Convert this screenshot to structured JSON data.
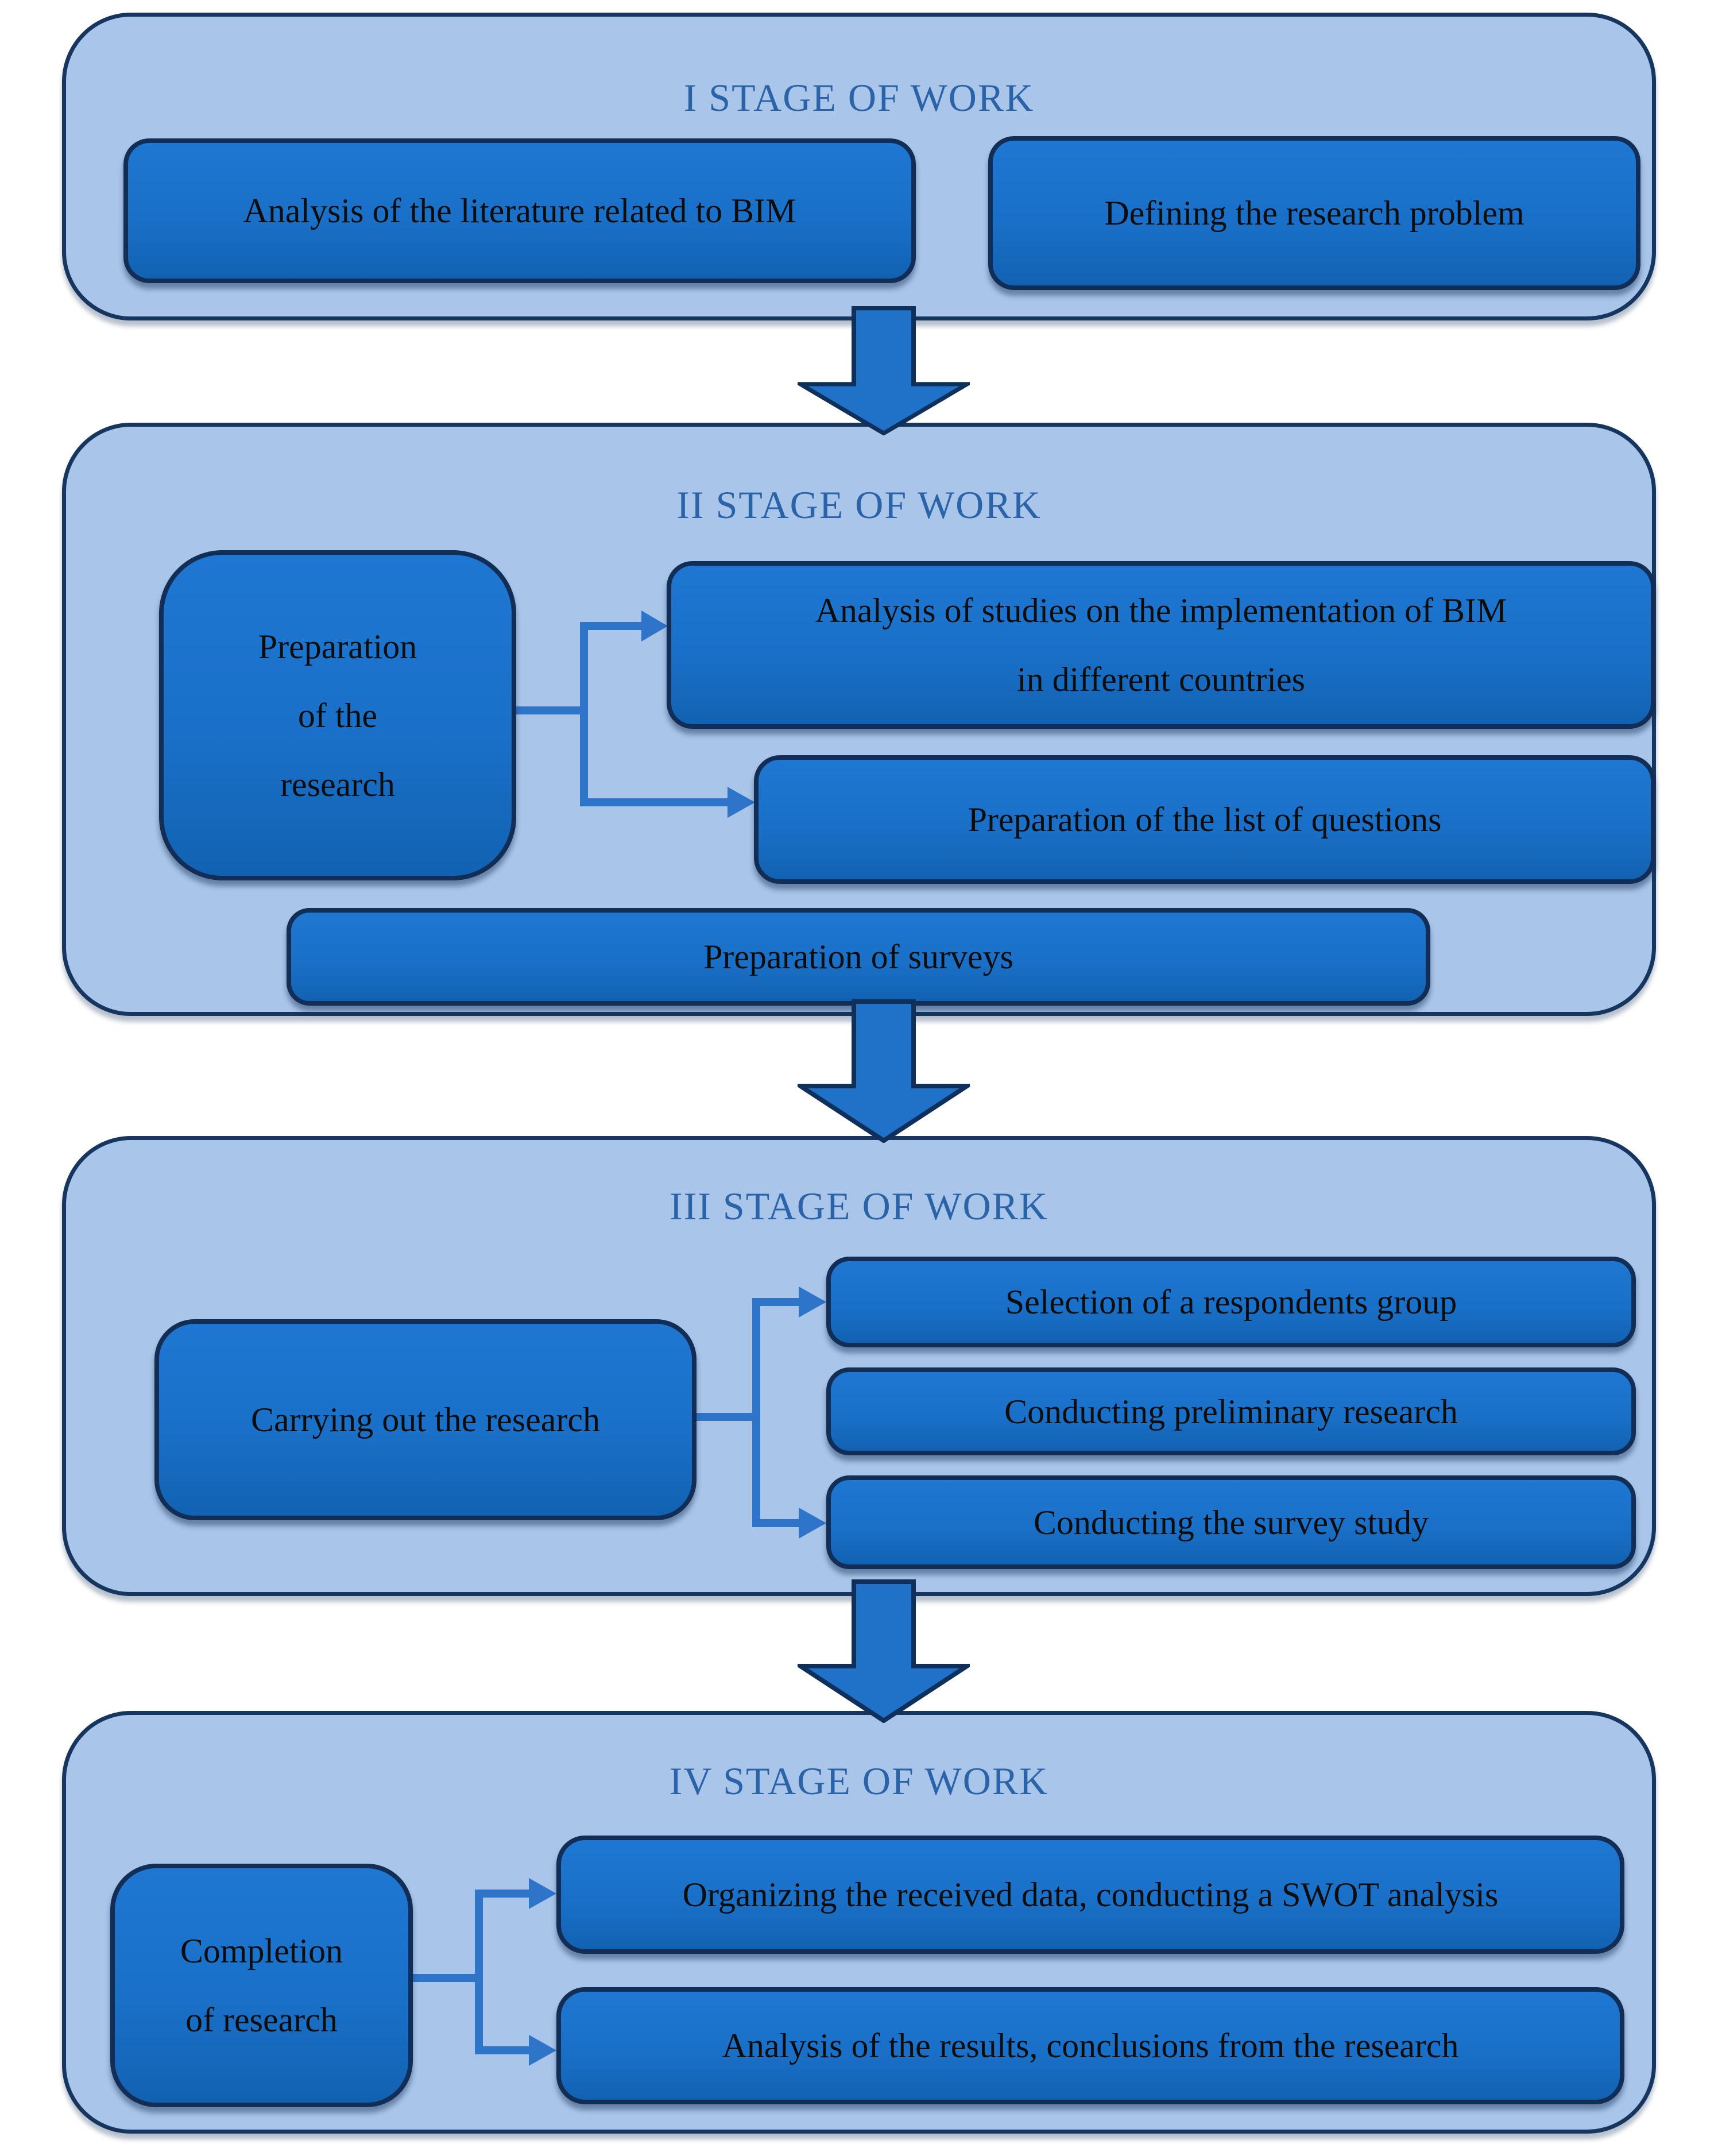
{
  "palette": {
    "page_background": "#ffffff",
    "stage_fill": "#a9c5e9",
    "stage_border": "#16355f",
    "box_fill": "#1a70c8",
    "box_border": "#122e56",
    "title_text": "#2b63a8",
    "box_text": "#0d0d0d",
    "connector": "#2e74c8",
    "arrow_fill": "#1f72c8",
    "arrow_border": "#10305c"
  },
  "stages": [
    {
      "title": "I STAGE OF WORK",
      "boxes": [
        {
          "lines": [
            "Analysis of the literature related to BIM"
          ]
        },
        {
          "lines": [
            "Defining the research problem"
          ]
        }
      ]
    },
    {
      "title": "II STAGE OF WORK",
      "source": {
        "lines": [
          "Preparation",
          "of the",
          "research"
        ]
      },
      "targets": [
        {
          "lines": [
            "Analysis of studies on the implementation of BIM",
            "in different countries"
          ]
        },
        {
          "lines": [
            "Preparation of the list of questions"
          ]
        }
      ],
      "footer": {
        "lines": [
          "Preparation of surveys"
        ]
      }
    },
    {
      "title": "III STAGE OF WORK",
      "source": {
        "lines": [
          "Carrying out the research"
        ]
      },
      "targets": [
        {
          "lines": [
            "Selection of a respondents group"
          ]
        },
        {
          "lines": [
            "Conducting preliminary research"
          ]
        },
        {
          "lines": [
            "Conducting the survey study"
          ]
        }
      ]
    },
    {
      "title": "IV STAGE OF WORK",
      "source": {
        "lines": [
          "Completion",
          "of research"
        ]
      },
      "targets": [
        {
          "lines": [
            "Organizing the received data, conducting a SWOT analysis"
          ]
        },
        {
          "lines": [
            "Analysis of the results, conclusions from the research"
          ]
        }
      ]
    }
  ]
}
